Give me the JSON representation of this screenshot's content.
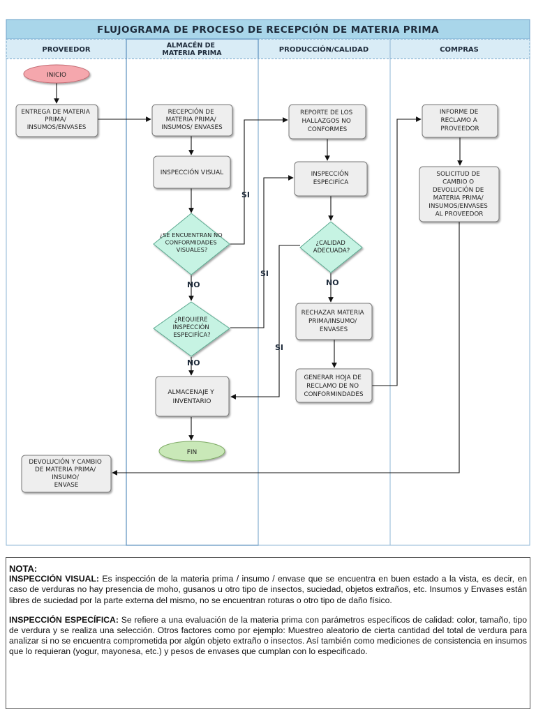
{
  "title": "FLUJOGRAMA DE PROCESO DE RECEPCIÓN DE MATERIA PRIMA",
  "lanes": [
    {
      "lines": [
        "PROVEEDOR"
      ]
    },
    {
      "lines": [
        "ALMACÉN DE",
        "MATERIA PRIMA"
      ]
    },
    {
      "lines": [
        "PRODUCCIÓN/CALIDAD"
      ]
    },
    {
      "lines": [
        "COMPRAS"
      ]
    }
  ],
  "nodes": {
    "inicio": {
      "lines": [
        "INICIO"
      ]
    },
    "entrega": {
      "lines": [
        "ENTREGA DE MATERIA",
        "PRIMA/",
        "INSUMOS/ENVASES"
      ]
    },
    "recepcion": {
      "lines": [
        "RECEPCIÓN DE",
        "MATERIA PRIMA/",
        "INSUMOS/ ENVASES"
      ]
    },
    "inspeccion_visual": {
      "lines": [
        "INSPECCIÓN VISUAL"
      ]
    },
    "conformidades": {
      "lines": [
        "¿SE ENCUENTRAN NO",
        "CONFORMIDADES",
        "VISUALES?"
      ]
    },
    "requiere": {
      "lines": [
        "¿REQUIERE",
        "INSPECCIÓN",
        "ESPECIFÍCA?"
      ]
    },
    "almacenaje": {
      "lines": [
        "ALMACENAJE Y",
        "INVENTARIO"
      ]
    },
    "fin": {
      "lines": [
        "FIN"
      ]
    },
    "reporte": {
      "lines": [
        "REPORTE DE LOS",
        "HALLAZGOS NO",
        "CONFORMES"
      ]
    },
    "inspeccion_especifica": {
      "lines": [
        "INSPECCIÓN",
        "ESPECIFÍCA"
      ]
    },
    "calidad": {
      "lines": [
        "¿CALIDAD",
        "ADECUADA?"
      ]
    },
    "rechazar": {
      "lines": [
        "RECHAZAR MATERIA",
        "PRIMA/INSUMO/",
        "ENVASES"
      ]
    },
    "generar": {
      "lines": [
        "GENERAR HOJA DE",
        "RECLAMO DE NO",
        "CONFORMINDADES"
      ]
    },
    "informe": {
      "lines": [
        "INFORME DE",
        "RECLAMO A",
        "PROVEEDOR"
      ]
    },
    "solicitud": {
      "lines": [
        "SOLICITUD DE",
        "CAMBIO O",
        "DEVOLUCIÓN DE",
        "MATERIA PRIMA/",
        "INSUMOS/ENVASES",
        "AL PROVEEDOR"
      ]
    },
    "devolucion": {
      "lines": [
        "DEVOLUCIÓN Y CAMBIO",
        "DE MATERIA PRIMA/",
        "INSUMO/",
        "ENVASE"
      ]
    }
  },
  "edge_labels": {
    "si_1": "SI",
    "no_1": "NO",
    "si_2": "SI",
    "no_2": "NO",
    "no_3": "NO",
    "si_3": "SI"
  },
  "colors": {
    "header_fill": "#a9d6ea",
    "lane_fill": "#d9ecf6",
    "lane_border": "#6fa3c9",
    "box_fill": "#eeeeee",
    "box_stroke": "#777777",
    "diamond_fill": "#c6f3e3",
    "start_fill": "#f5a7ad",
    "end_fill": "#c9e8b8",
    "arrow": "#111111"
  },
  "note": {
    "title": "NOTA:",
    "visual_heading": "INSPECCIÓN VISUAL:",
    "visual_text": " Es inspección de la materia prima / insumo / envase que se encuentra en buen estado a la vista, es decir, en caso de verduras no hay presencia de moho, gusanos u otro tipo de insectos, suciedad, objetos extraños, etc. Insumos y Envases están libres de suciedad por la parte externa del mismo, no se encuentran roturas o otro tipo de daño físico.",
    "especifica_heading": "INSPECCIÓN ESPECÍFICA:",
    "especifica_text": " Se refiere a una evaluación de la materia prima con parámetros específicos de calidad: color, tamaño, tipo de verdura y se realiza una selección. Otros factores como por ejemplo: Muestreo aleatorio de cierta cantidad del total de verdura para analizar si no se encuentra comprometida por algún objeto extraño o insectos. Así también como mediciones de consistencia en insumos que lo requieran (yogur, mayonesa, etc.) y pesos de envases que cumplan con lo especificado."
  }
}
